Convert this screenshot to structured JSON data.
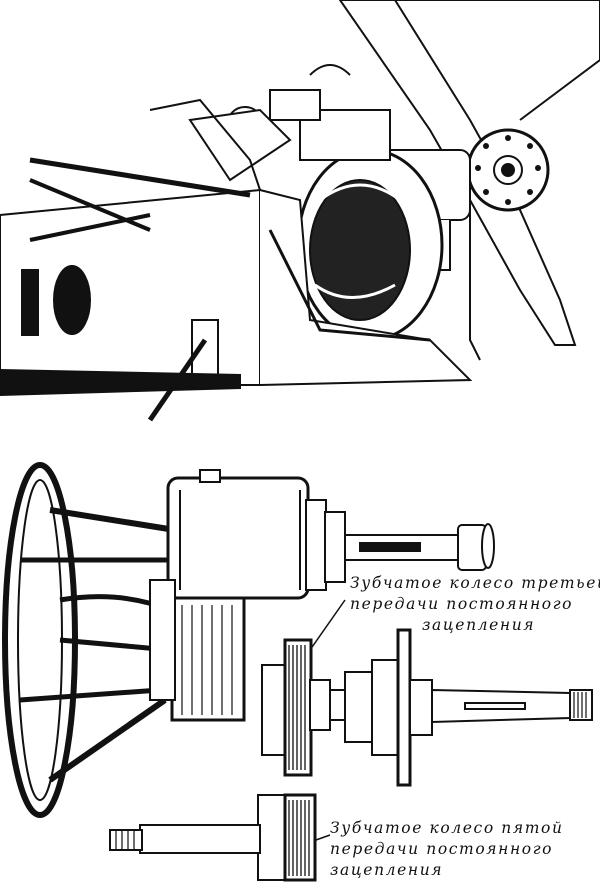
{
  "captions": {
    "third_gear": {
      "line1": "Зубчатое колесо третьей",
      "line2": "передачи постоянного",
      "line3": "зацепления"
    },
    "fifth_gear": {
      "line1": "Зубчатое колесо пятой",
      "line2": "передачи постоянного",
      "line3": "зацепления"
    }
  },
  "colors": {
    "ink": "#111111",
    "paper": "#ffffff"
  }
}
